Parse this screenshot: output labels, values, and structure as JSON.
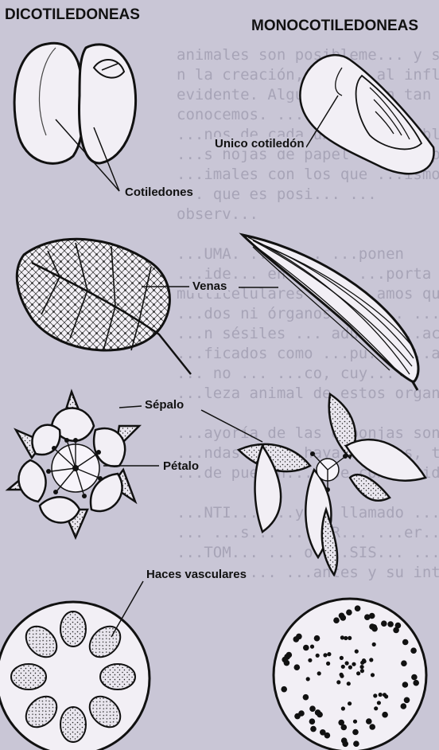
{
  "headings": {
    "left": "DICOTILEDONEAS",
    "right": "MONOCOTILEDONEAS"
  },
  "labels": {
    "unico_cotiledon": "Unico cotiledón",
    "cotiledones": "Cotiledones",
    "venas": "Venas",
    "sepalo": "Sépalo",
    "petalo": "Pétalo",
    "haces_vasculares": "Haces vasculares"
  },
  "background_text_lines": [
    "animales son posibleme... y se",
    "n la creación, ya que al influenci",
    "evidente. Algunos no son tan ...",
    "conocemos.  ...  ... que",
    "...nos de cada un tipo posibles",
    "...s hojas de papel ...amos po",
    "...imales con los que ...ismos qu",
    "... que es posi... ...",
    "observ...",
    "",
    "...UMA. ...es... ...ponen",
    "...ide... en POR... ...porta",
    "multicelulares ... ...amos que e",
    "...dos ni órganos verd... ...todos l",
    "...n sésiles ... adulto ...acter",
    "...ficados como ...pu... ...as e",
    "... no ... ...co, cuy...",
    "...leza animal de estos organismos.",
    "",
    "...ayoría de las esponjas son marinas",
    "...ndas donde haya corales, tronco",
    "...de pueden...irse convertido...",
    "",
    "...NTI... ...ylum llamado ...",
    "... ...s... ...POR... ...er...",
    "...TOM... ... o ...SIS... ...ses",
    "... con ... ...antes y su intes"
  ]
}
